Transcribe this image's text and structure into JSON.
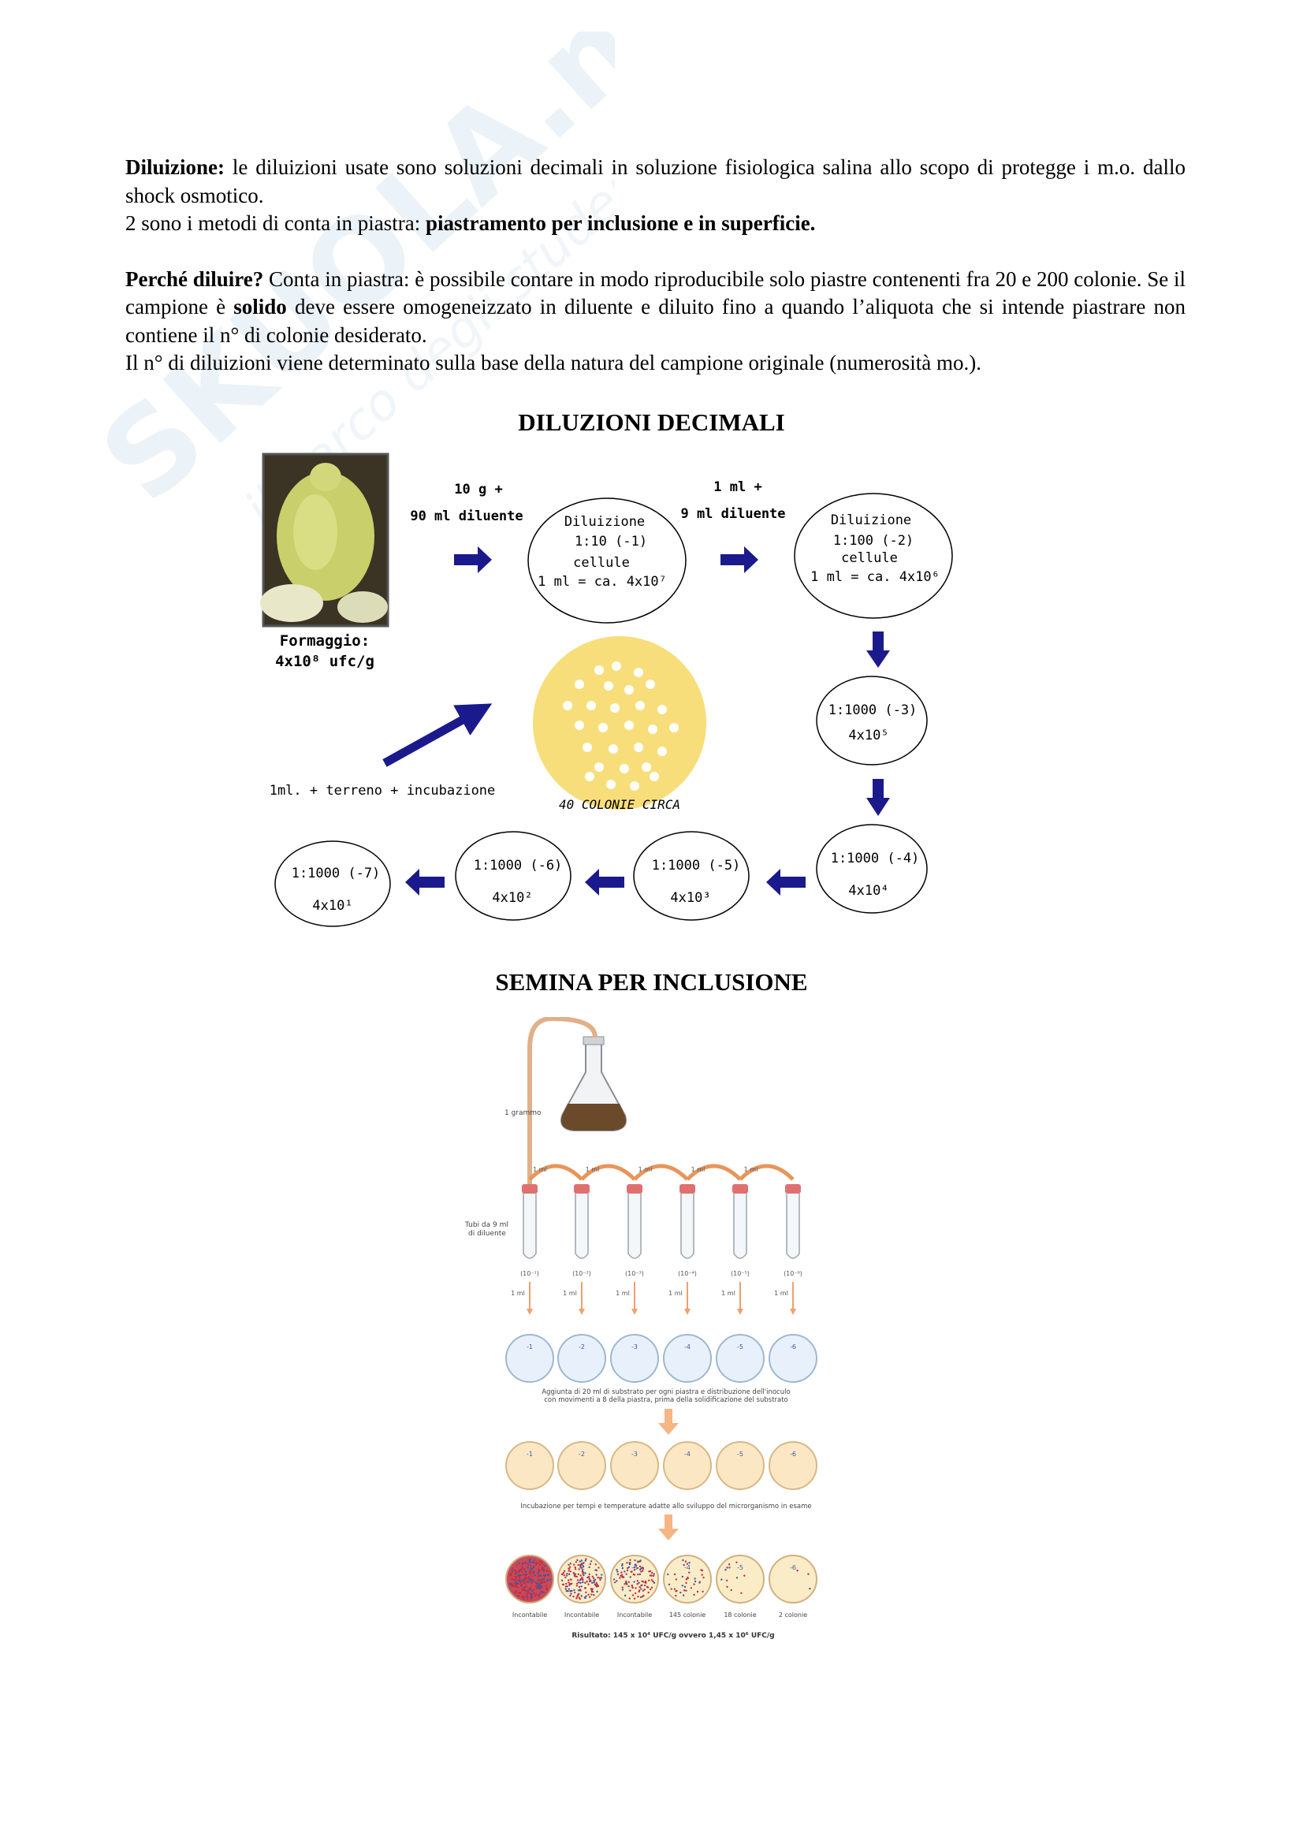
{
  "watermark": {
    "brand": "SKUOLA.net",
    "slogan": "il parco degli studenti"
  },
  "intro": {
    "p1_label": "Diluizione:",
    "p1_text": " le diluizioni usate sono soluzioni decimali in soluzione fisiologica salina allo scopo di protegge i m.o. dallo shock osmotico.",
    "p2_text": "2 sono i metodi di conta in piastra: ",
    "p2_bold": "piastramento per inclusione e in superficie.",
    "p3_label": "Perché diluire?",
    "p3_text_a": " Conta in piastra: è possibile contare in modo riproducibile solo piastre contenenti fra 20 e 200 colonie. Se il campione è ",
    "p3_bold": "solido",
    "p3_text_b": "  deve essere omogeneizzato in diluente e diluito fino a quando l’aliquota che si intende piastrare non contiene il n° di colonie desiderato.",
    "p4_text": "Il n° di diluizioni viene determinato sulla base della natura del campione originale (numerosità mo.)."
  },
  "diluizioni": {
    "title": "DILUZIONI DECIMALI",
    "cheese_label": "Formaggio:",
    "cheese_count": "4x10⁸ ufc/g",
    "step1_label_a": "10 g +",
    "step1_label_b": "90 ml diluente",
    "step2_label_a": "1 ml +",
    "step2_label_b": "9 ml diluente",
    "d1": {
      "a": "Diluizione",
      "b": "1:10 (-1)",
      "c": "cellule",
      "d": "1 ml = ca. 4x10⁷"
    },
    "d2": {
      "a": "Diluizione",
      "b": "1:100 (-2)",
      "c": "cellule",
      "d": "1 ml = ca. 4x10⁶"
    },
    "d3": {
      "a": "1:1000 (-3)",
      "b": "4x10⁵"
    },
    "d4": {
      "a": "1:1000 (-4)",
      "b": "4x10⁴"
    },
    "d5": {
      "a": "1:1000 (-5)",
      "b": "4x10³"
    },
    "d6": {
      "a": "1:1000 (-6)",
      "b": "4x10²"
    },
    "d7": {
      "a": "1:1000 (-7)",
      "b": "4x10¹"
    },
    "plate_label": "40 COLONIE CIRCA",
    "incubation_label": "1ml. + terreno + incubazione"
  },
  "semina": {
    "title": "SEMINA PER INCLUSIONE",
    "gram_label": "1 grammo",
    "transfer_label": "1 ml",
    "tube_label_a": "Tubi da 9 ml",
    "tube_label_b": "di diluente",
    "tube_dilutions": [
      "(10⁻¹)",
      "(10⁻²)",
      "(10⁻³)",
      "(10⁻⁴)",
      "(10⁻⁵)",
      "(10⁻⁶)"
    ],
    "plate_ids": [
      "-1",
      "-2",
      "-3",
      "-4",
      "-5",
      "-6"
    ],
    "step_a_line1": "Aggiunta di 20 ml di substrato per ogni piastra e distribuzione dell'inoculo",
    "step_a_line2": "con movimenti a 8 della piastra, prima della solidificazione del substrato",
    "step_b": "Incubazione per tempi e temperature adatte allo sviluppo del microrganismo in esame",
    "results": [
      "Incontabile",
      "Incontabile",
      "Incontabile",
      "145 colonie",
      "18 colonie",
      "2 colonie"
    ],
    "result_text": "Risultato: 145 x 10⁴ UFC/g ovvero 1,45 x 10⁶ UFC/g"
  }
}
